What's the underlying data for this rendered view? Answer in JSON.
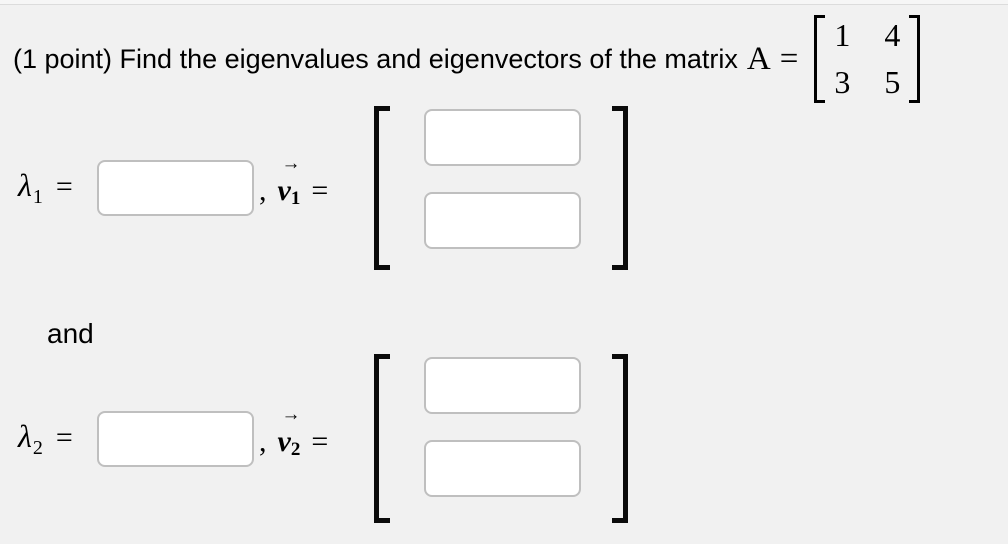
{
  "header": {
    "prefix": "(1 point) Find the eigenvalues and eigenvectors of the matrix",
    "matrix_name": "A",
    "equals_sign": "=",
    "matrix": {
      "r1c1": "1",
      "r1c2": "4",
      "r2c1": "3",
      "r2c2": "5"
    }
  },
  "connector_text": "and",
  "answers": {
    "first": {
      "lambda_symbol": "λ",
      "lambda_subscript": "1",
      "equals_sign": "=",
      "lambda_input_value": "",
      "comma": ",",
      "vector_arrow": "→",
      "vector_symbol": "v",
      "vector_subscript": "1",
      "vector_equals": "=",
      "component_input_values": [
        "",
        ""
      ]
    },
    "second": {
      "lambda_symbol": "λ",
      "lambda_subscript": "2",
      "equals_sign": "=",
      "lambda_input_value": "",
      "comma": ",",
      "vector_arrow": "→",
      "vector_symbol": "v",
      "vector_subscript": "2",
      "vector_equals": "=",
      "component_input_values": [
        "",
        ""
      ]
    }
  },
  "colors": {
    "background": "#f1f1f1",
    "input_border": "#bfbfbf",
    "bracket": "#0b0b0b",
    "text": "#000000"
  }
}
